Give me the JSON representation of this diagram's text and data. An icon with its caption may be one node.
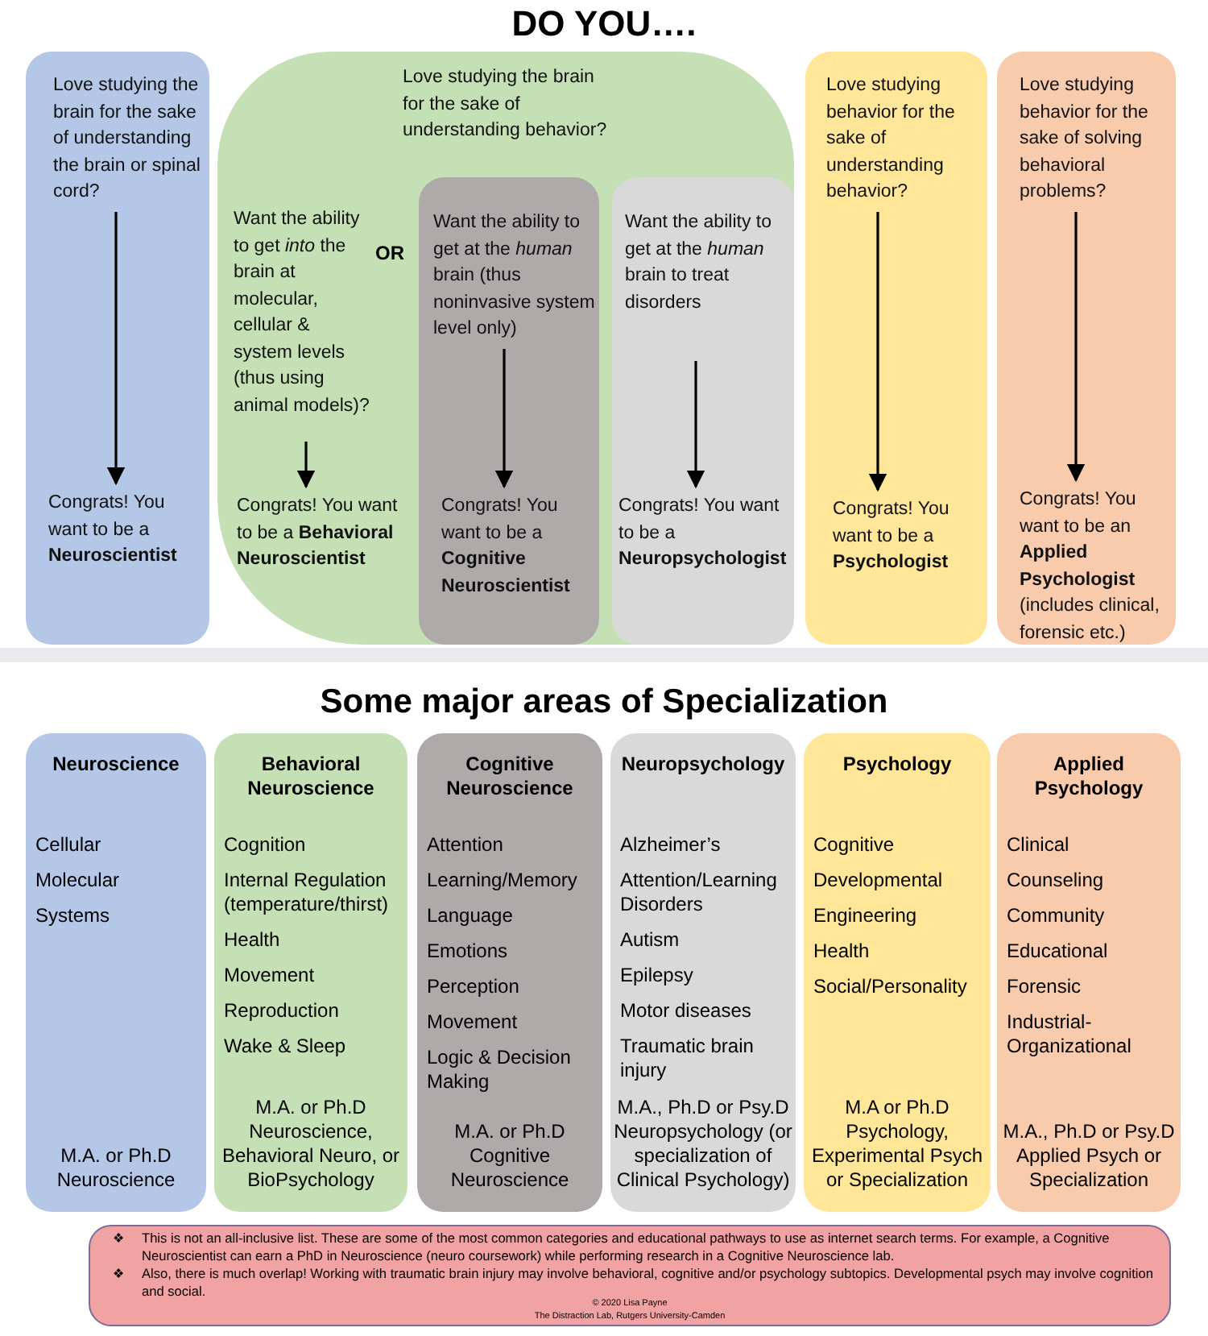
{
  "diagram": {
    "title": "DO YOU….",
    "nodes": [
      {
        "text": [],
        "shape": "box"
      },
      {
        "text": [
          "Love studying the brain for the sake of understanding the brain or spinal cord?"
        ],
        "in": 0
      },
      {
        "text": [
          "Congrats! You want to be a **Neuroscientist**"
        ],
        "in": 0
      },
      {
        "text": [
          "Love studying the brain for the sake of understanding behavior?"
        ]
      },
      {
        "text": [
          "Want the ability to get *into* the brain at molecular, cellular & system levels (thus using animal models)?"
        ],
        "in": 3
      },
      {
        "text": [
          "Congrats! You want to be a **Behavioral Neuroscientist**"
        ],
        "in": 3
      },
      {
        "text": [],
        "shape": "box",
        "in": 3
      },
      {
        "text": [
          "Want the ability to get at the *human* brain (thus noninvasive system level only)"
        ],
        "in": 6
      },
      {
        "text": [
          "Congrats! You want to be a **Cognitive Neuroscientist**"
        ],
        "in": 6
      },
      {
        "text": [],
        "shape": "box",
        "in": 3
      },
      {
        "text": [
          "Want the ability to get at the *human* brain to treat disorders"
        ],
        "in": 9
      },
      {
        "text": [
          "Congrats! You want to be a **Neuropsychologist**"
        ],
        "in": 9
      },
      {
        "text": [],
        "shape": "box"
      },
      {
        "text": [
          "Love studying behavior for the sake of understanding behavior?"
        ],
        "in": 12
      },
      {
        "text": [
          "Congrats! You want to be a **Psychologist**"
        ],
        "in": 12
      },
      {
        "text": [],
        "shape": "box"
      },
      {
        "text": [
          "Love studying behavior for the sake of solving behavioral problems?"
        ],
        "in": 15
      },
      {
        "text": [
          "Congrats! You want to be an **Applied Psychologist** (includes clinical, forensic etc.)"
        ],
        "in": 15
      },
      {
        "text": [
          "Neuroscience",
          "Cellular",
          "Molecular",
          "Systems",
          "M.A. or Ph.D Neuroscience"
        ]
      },
      {
        "text": [
          "Behavioral Neuroscience",
          "Cognition",
          "Internal Regulation (temperature/thirst)",
          "Health",
          "Movement",
          "Reproduction",
          "Wake & Sleep",
          "M.A. or Ph.D Neuroscience, Behavioral Neuro, or BioPsychology"
        ]
      },
      {
        "text": [
          "Cognitive Neuroscience",
          "Attention",
          "Learning/Memory",
          "Language",
          "Emotions",
          "Perception",
          "Movement",
          "Logic & Decision Making",
          "M.A. or Ph.D Cognitive Neuroscience"
        ]
      },
      {
        "text": [
          "Neuropsychology",
          "Alzheimer’s",
          "Attention/Learning Disorders",
          "Autism",
          "Epilepsy",
          "Motor diseases",
          "Traumatic brain injury",
          "M.A., Ph.D or Psy.D Neuropsychology (or specialization of Clinical Psychology)"
        ]
      },
      {
        "text": [
          "Psychology",
          "Cognitive",
          "Developmental",
          "Engineering",
          "Health",
          "Social/Personality",
          "M.A or Ph.D Psychology, Experimental Psych or Specialization"
        ]
      },
      {
        "text": [
          "Applied Psychology",
          "Clinical",
          "Counseling",
          "Community",
          "Educational",
          "Forensic",
          "Industrial-Organizational",
          "M.A., Ph.D or Psy.D Applied Psych or Specialization"
        ]
      },
      {
        "text": [
          "This is not an all-inclusive list. These are some of the most common categories and educational pathways to use as internet search terms. For example, a Cognitive Neuroscientist can earn a PhD in Neuroscience (neuro coursework) while performing research in a Cognitive Neuroscience lab.",
          "Also, there is much overlap! Working with traumatic brain injury may involve behavioral, cognitive and/or psychology subtopics. Developmental psych may involve cognition and social.",
          "© 2020 Lisa Payne",
          "The Distraction Lab, Rutgers University-Camden"
        ]
      }
    ],
    "edges": [
      {
        "from": 1,
        "to": 2,
        "arrow": "to"
      },
      {
        "from": 4,
        "to": 5,
        "arrow": "to"
      },
      {
        "from": 7,
        "to": 8,
        "arrow": "to"
      },
      {
        "from": 10,
        "to": 11,
        "arrow": "to"
      },
      {
        "from": 13,
        "to": 14,
        "arrow": "to"
      },
      {
        "from": 16,
        "to": 17,
        "arrow": "to"
      }
    ],
    "labels": [
      "OR",
      "Some major areas of Specialization",
      "❖",
      "❖"
    ]
  }
}
